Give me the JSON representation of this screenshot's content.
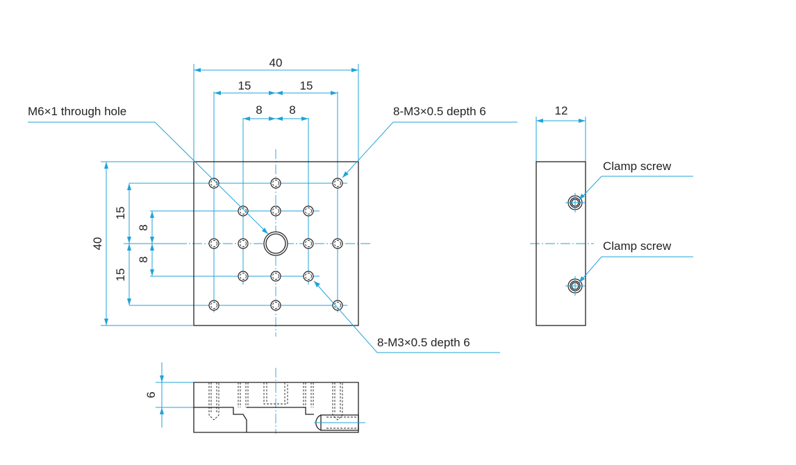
{
  "colors": {
    "outline": "#231f20",
    "dimension": "#1fa3d8",
    "background": "#ffffff"
  },
  "top_view": {
    "width_overall": "40",
    "width_outer_left": "15",
    "width_outer_right": "15",
    "width_inner_left": "8",
    "width_inner_right": "8",
    "height_overall": "40",
    "height_outer_top": "15",
    "height_outer_bottom": "15",
    "height_inner_top": "8",
    "height_inner_bottom": "8"
  },
  "callouts": {
    "center_hole": "M6×1 through hole",
    "tapped_holes_top": "8-M3×0.5 depth 6",
    "tapped_holes_bottom": "8-M3×0.5 depth 6"
  },
  "side_view": {
    "thickness": "12",
    "clamp_screw_top": "Clamp screw",
    "clamp_screw_bottom": "Clamp screw"
  },
  "front_view": {
    "depth": "6"
  }
}
